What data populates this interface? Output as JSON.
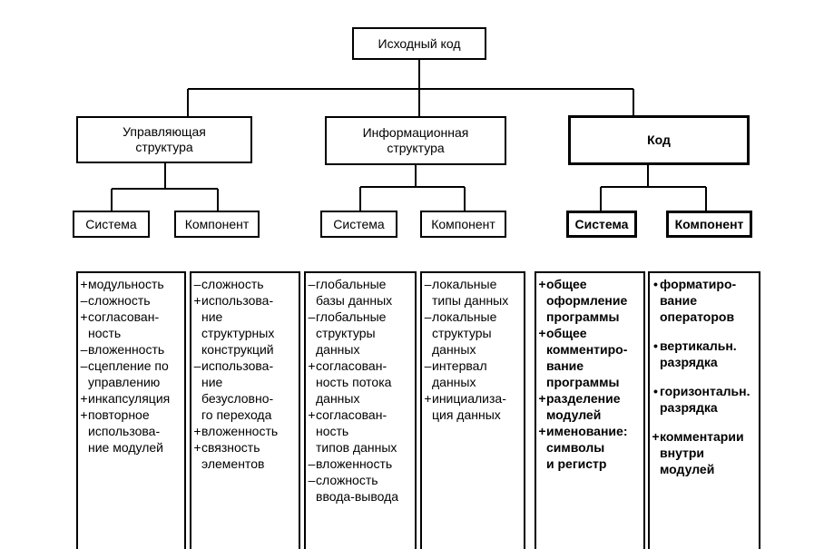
{
  "root": {
    "label": "Исходный код"
  },
  "branches": [
    {
      "label": "Управляющая\nструктура",
      "system": "Система",
      "component": "Компонент"
    },
    {
      "label": "Информационная\nструктура",
      "system": "Система",
      "component": "Компонент"
    },
    {
      "label": "Код",
      "system": "Система",
      "component": "Компонент"
    }
  ],
  "columns": [
    {
      "items": [
        {
          "m": "+",
          "t": [
            "модульность"
          ]
        },
        {
          "m": "–",
          "t": [
            "сложность"
          ]
        },
        {
          "m": "+",
          "t": [
            "согласован-",
            "ность"
          ]
        },
        {
          "m": "–",
          "t": [
            "вложенность"
          ]
        },
        {
          "m": "–",
          "t": [
            "сцепление по",
            "управлению"
          ]
        },
        {
          "m": "+",
          "t": [
            "инкапсуляция"
          ]
        },
        {
          "m": "+",
          "t": [
            "повторное",
            "использова-",
            "ние модулей"
          ]
        }
      ]
    },
    {
      "items": [
        {
          "m": "–",
          "t": [
            "сложность"
          ]
        },
        {
          "m": "+",
          "t": [
            "использова-",
            "ние",
            "структурных",
            "конструкций"
          ]
        },
        {
          "m": "–",
          "t": [
            "использова-",
            "ние",
            "безусловно-",
            "го перехода"
          ]
        },
        {
          "m": "+",
          "t": [
            "вложенность"
          ]
        },
        {
          "m": "+",
          "t": [
            "связность",
            "элементов"
          ]
        }
      ]
    },
    {
      "items": [
        {
          "m": "–",
          "t": [
            "глобальные",
            "базы данных"
          ]
        },
        {
          "m": "–",
          "t": [
            "глобальные",
            "структуры",
            "данных"
          ]
        },
        {
          "m": "+",
          "t": [
            "согласован-",
            "ность потока",
            "данных"
          ]
        },
        {
          "m": "+",
          "t": [
            "согласован-",
            "ность",
            "типов данных"
          ]
        },
        {
          "m": "–",
          "t": [
            "вложенность"
          ]
        },
        {
          "m": "–",
          "t": [
            "сложность",
            "ввода-вывода"
          ]
        }
      ]
    },
    {
      "items": [
        {
          "m": "–",
          "t": [
            "локальные",
            "типы данных"
          ]
        },
        {
          "m": "–",
          "t": [
            "локальные",
            "структуры",
            "данных"
          ]
        },
        {
          "m": "–",
          "t": [
            "интервал",
            "данных"
          ]
        },
        {
          "m": "+",
          "t": [
            "инициализа-",
            "ция данных"
          ]
        }
      ]
    },
    {
      "items": [
        {
          "m": "+",
          "t": [
            "общее",
            "оформление",
            "программы"
          ]
        },
        {
          "m": "+",
          "t": [
            "общее",
            "комментиро-",
            "вание",
            "программы"
          ]
        },
        {
          "m": "+",
          "t": [
            "разделение",
            "модулей"
          ]
        },
        {
          "m": "+",
          "t": [
            "именование:",
            "символы",
            "и регистр"
          ]
        }
      ]
    },
    {
      "items": [
        {
          "m": "•",
          "t": [
            "форматиро-",
            "вание",
            "операторов"
          ]
        },
        {
          "m": "•",
          "t": [
            "вертикальн.",
            "разрядка"
          ]
        },
        {
          "m": "•",
          "t": [
            "горизонтальн.",
            "разрядка"
          ]
        },
        {
          "m": "+",
          "t": [
            "комментарии",
            "внутри",
            "модулей"
          ]
        }
      ]
    }
  ]
}
